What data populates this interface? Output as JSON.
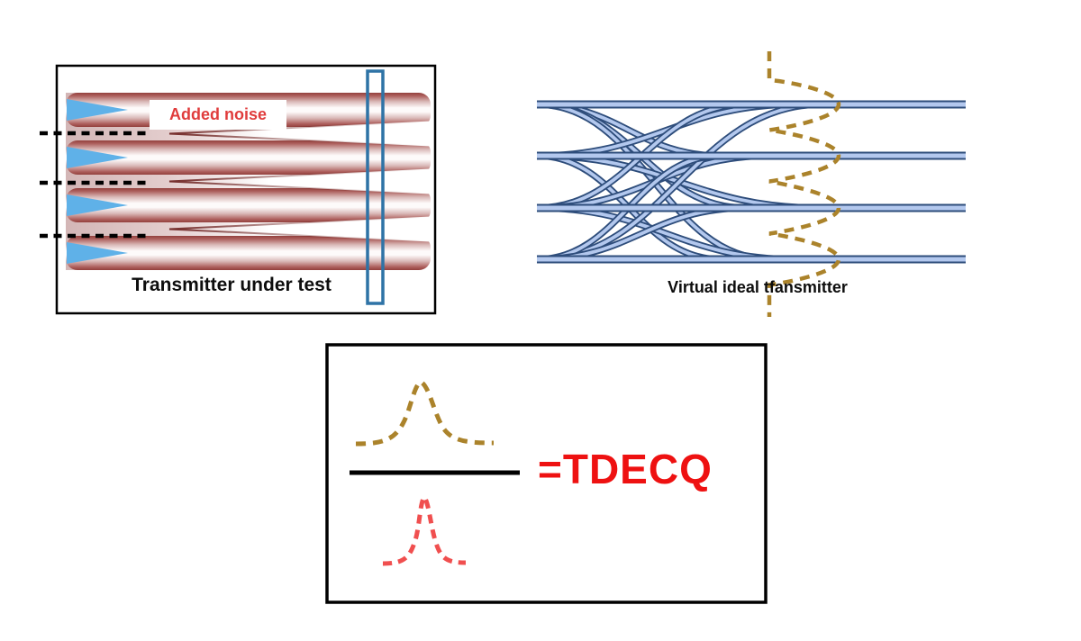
{
  "left_panel": {
    "noise_label": "Added noise",
    "caption": "Transmitter under test"
  },
  "right_panel": {
    "caption": "Virtual ideal tfansmitter"
  },
  "formula_panel": {
    "result_label": "=TDECQ"
  },
  "colors": {
    "gold_dashed": "#ab832b",
    "eye_blue_fill": "#b3c8ee",
    "eye_blue_stroke": "#2e4d7b",
    "noise_arrow_blue": "#5fb1e8",
    "slicer_blue": "#2e73a6",
    "noise_label_red": "#e03c3c",
    "tdecq_red": "#ee1111",
    "bell_red": "#f04f4f",
    "band_dark_red": "#8e3b39",
    "line_black": "#000000"
  }
}
